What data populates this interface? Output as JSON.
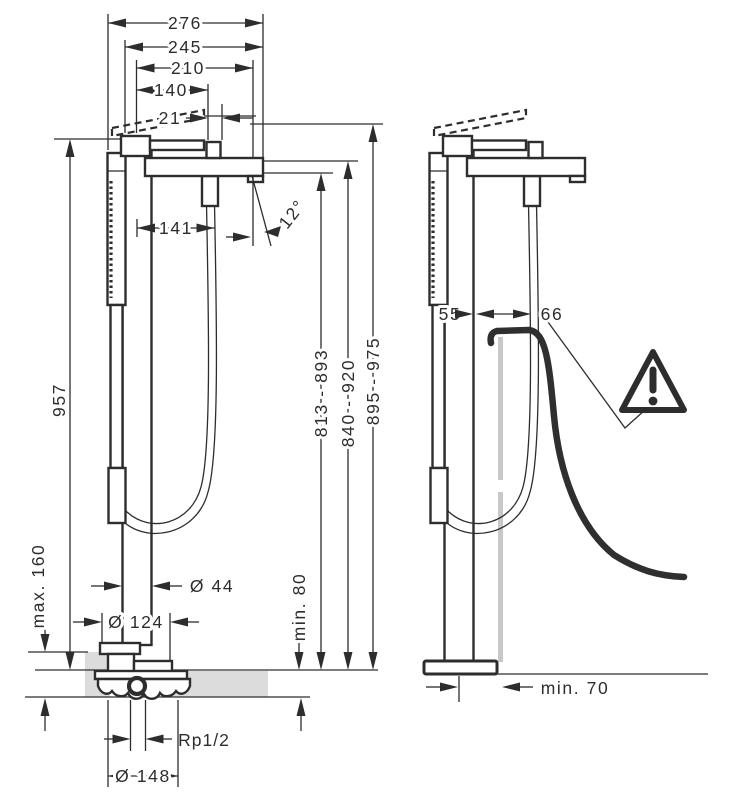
{
  "figure": {
    "type": "technical-dimension-drawing",
    "subject": "Floor-standing bathtub mixer with hand shower - installation dimensions",
    "units": "mm",
    "colors": {
      "ink": "#2d2d2d",
      "floor_gray": "#dcdcdc",
      "tub_gray": "#c8c8c8"
    },
    "left_view": {
      "top_dims": [
        "276",
        "245",
        "210",
        "140",
        "21"
      ],
      "reach_dim": "141",
      "angle_dim": "12°",
      "height_dim": "957",
      "max_floor_dim": "max. 160",
      "min_floor_dim": "min. 80",
      "column_dia_dim": "Ø 44",
      "escutcheon_dia_dim": "Ø 124",
      "height_range_dims": [
        "813 - 893",
        "840 - 920",
        "895 - 975"
      ],
      "thread_dim": "Rp1/2",
      "base_dia_dim": "Ø 148"
    },
    "right_view": {
      "handshower_offset_dim": "55",
      "spout_offset_dim": "66",
      "tub_clearance_dim": "min. 70",
      "warning_icon": "exclamation-triangle"
    }
  }
}
